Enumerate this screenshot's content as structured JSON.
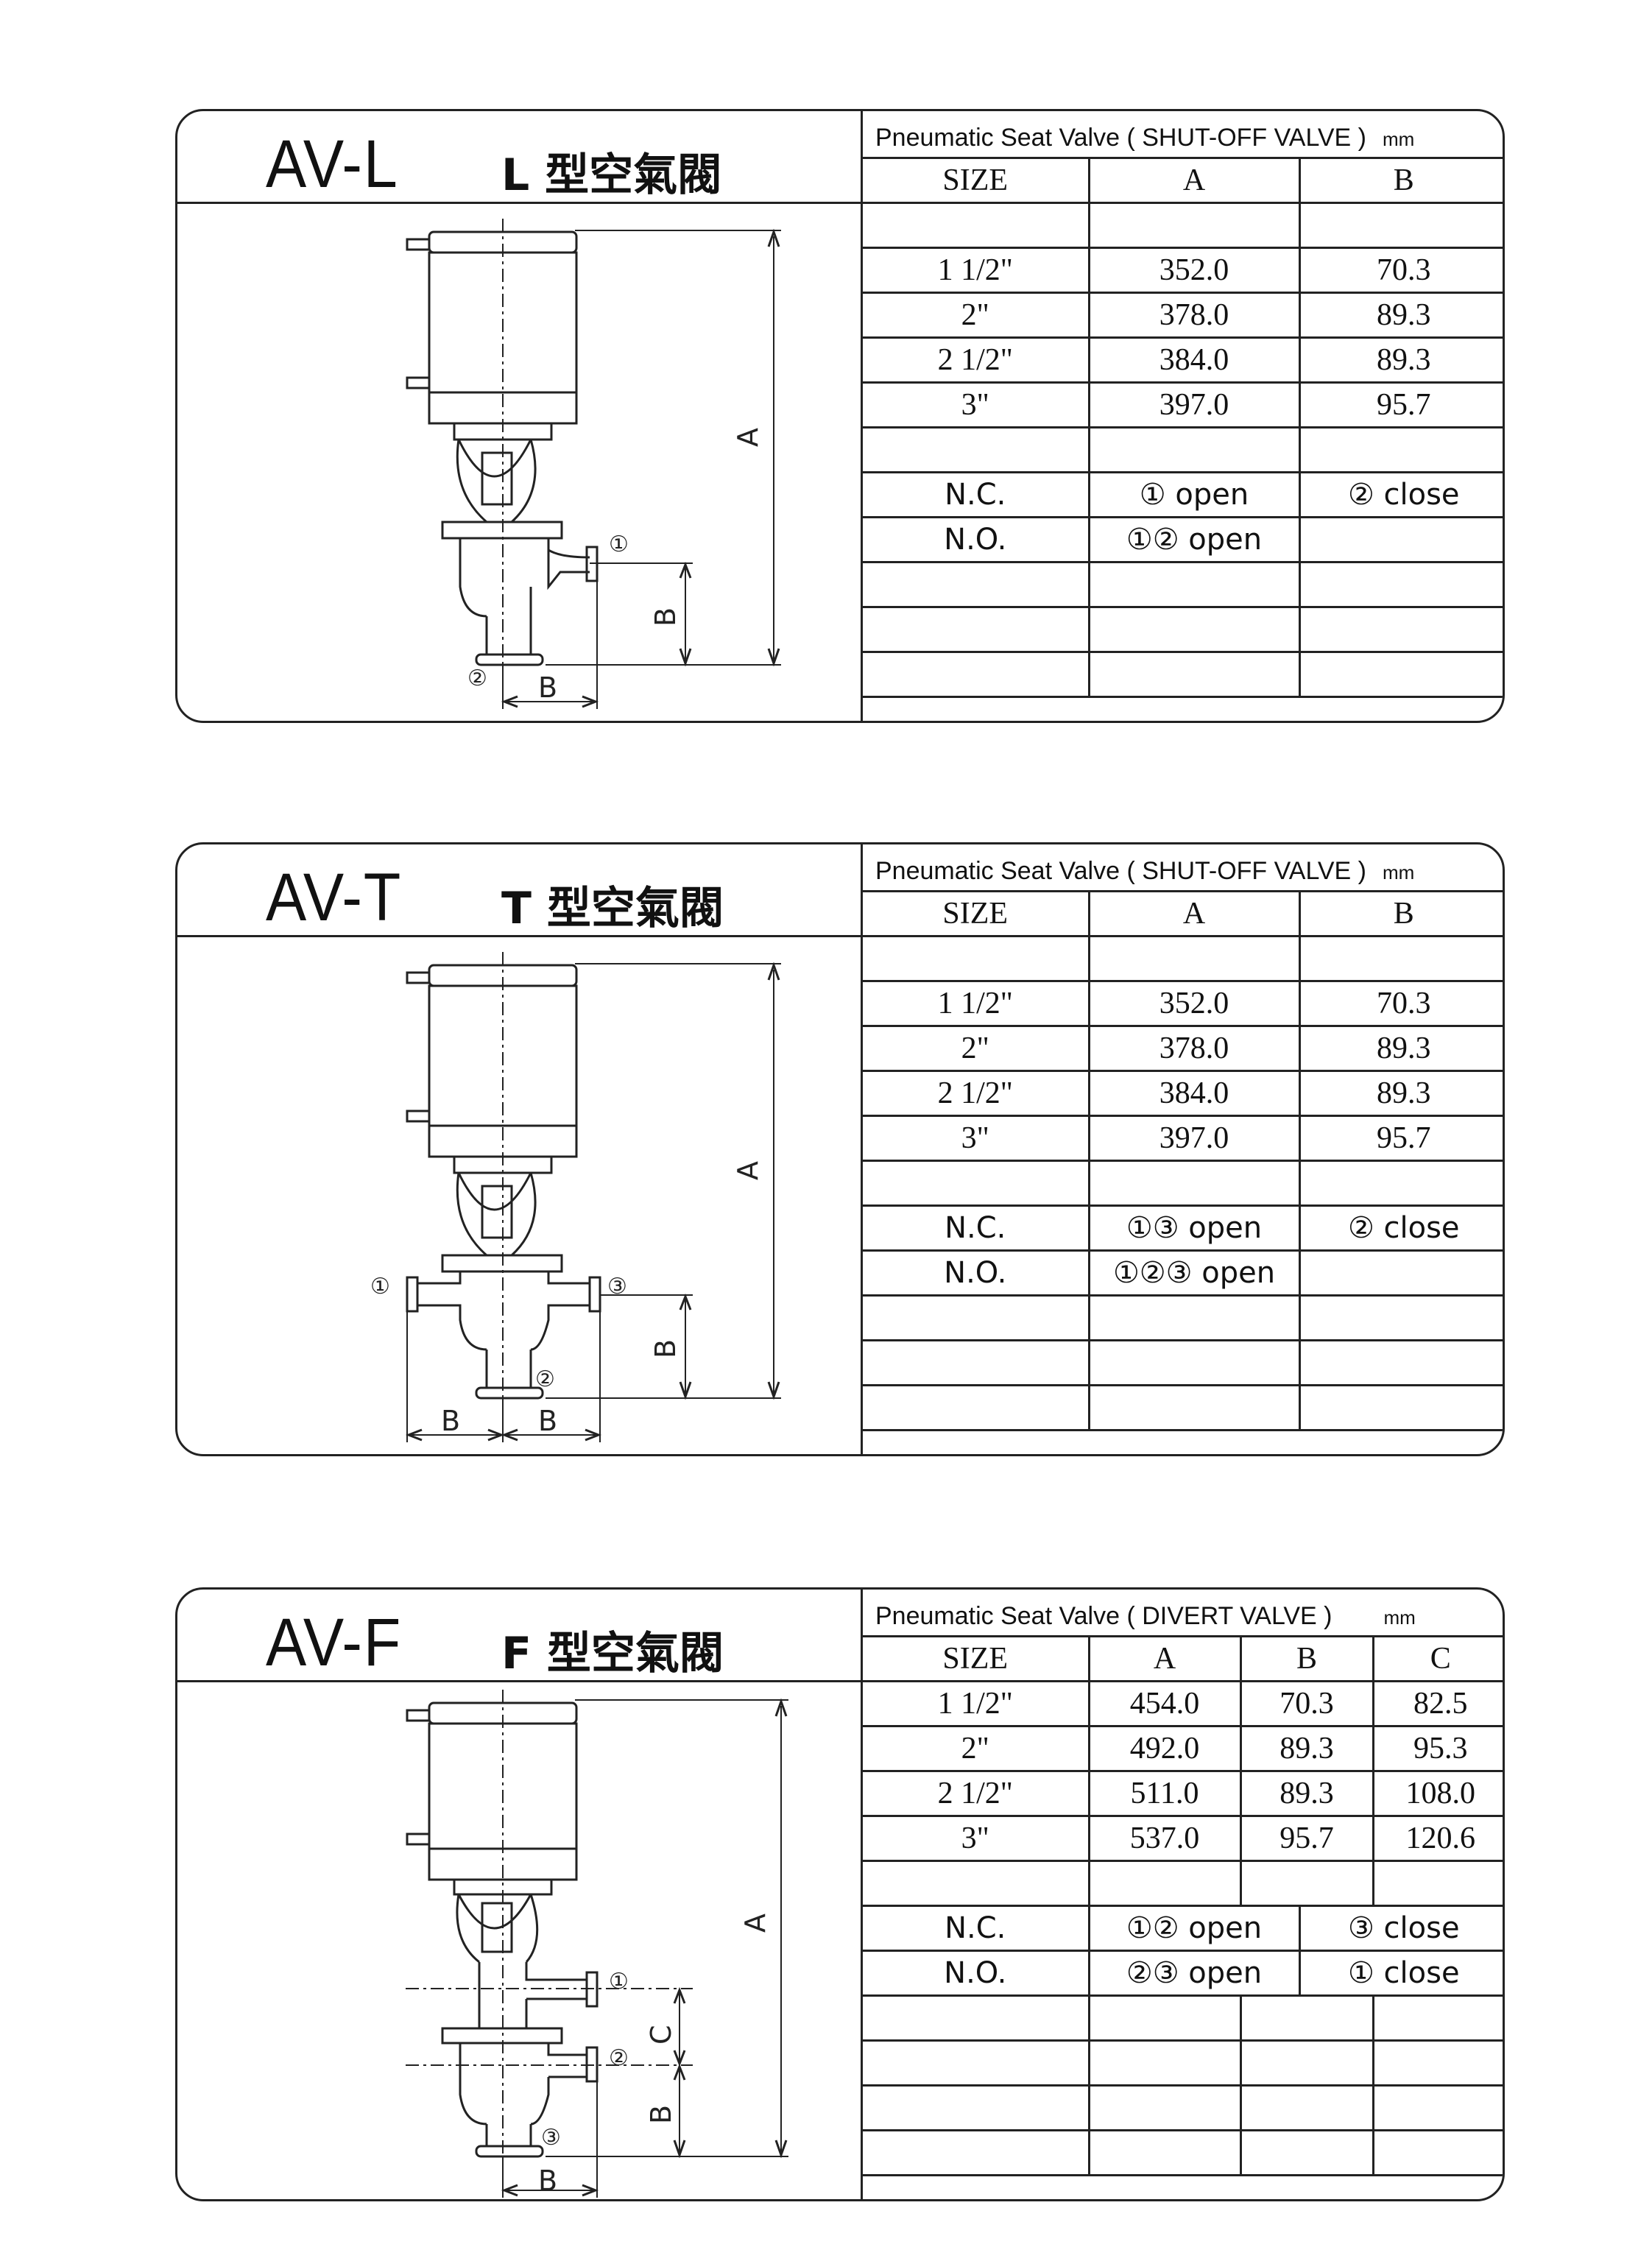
{
  "sections": [
    {
      "model": "AV-L",
      "cn_title": "L 型空氣閥",
      "caption": "Pneumatic Seat Valve ( SHUT-OFF VALVE )",
      "unit": "mm",
      "headers": [
        "SIZE",
        "A",
        "B"
      ],
      "rows": [
        [
          "1 1/2\"",
          "352.0",
          "70.3"
        ],
        [
          "2\"",
          "378.0",
          "89.3"
        ],
        [
          "2 1/2\"",
          "384.0",
          "89.3"
        ],
        [
          "3\"",
          "397.0",
          "95.7"
        ]
      ],
      "nc": {
        "label": "N.C.",
        "open": "① open",
        "close": "② close"
      },
      "no": {
        "label": "N.O.",
        "open": "①② open",
        "close": ""
      },
      "drawing_labels": {
        "a": "A",
        "b": "B",
        "b2": "B",
        "p1": "①",
        "p2": "②"
      }
    },
    {
      "model": "AV-T",
      "cn_title": "T 型空氣閥",
      "caption": "Pneumatic Seat Valve ( SHUT-OFF VALVE )",
      "unit": "mm",
      "headers": [
        "SIZE",
        "A",
        "B"
      ],
      "rows": [
        [
          "1 1/2\"",
          "352.0",
          "70.3"
        ],
        [
          "2\"",
          "378.0",
          "89.3"
        ],
        [
          "2 1/2\"",
          "384.0",
          "89.3"
        ],
        [
          "3\"",
          "397.0",
          "95.7"
        ]
      ],
      "nc": {
        "label": "N.C.",
        "open": "①③ open",
        "close": "② close"
      },
      "no": {
        "label": "N.O.",
        "open": "①②③ open",
        "close": ""
      },
      "drawing_labels": {
        "a": "A",
        "b": "B",
        "b2": "B",
        "b3": "B",
        "p1": "①",
        "p2": "②",
        "p3": "③"
      }
    },
    {
      "model": "AV-F",
      "cn_title": "F 型空氣閥",
      "caption": "Pneumatic Seat Valve ( DIVERT VALVE )",
      "unit": "mm",
      "headers": [
        "SIZE",
        "A",
        "B",
        "C"
      ],
      "rows": [
        [
          "1 1/2\"",
          "454.0",
          "70.3",
          "82.5"
        ],
        [
          "2\"",
          "492.0",
          "89.3",
          "95.3"
        ],
        [
          "2 1/2\"",
          "511.0",
          "89.3",
          "108.0"
        ],
        [
          "3\"",
          "537.0",
          "95.7",
          "120.6"
        ]
      ],
      "nc": {
        "label": "N.C.",
        "open": "①② open",
        "close": "③ close"
      },
      "no": {
        "label": "N.O.",
        "open": "②③ open",
        "close": "① close"
      },
      "drawing_labels": {
        "a": "A",
        "b": "B",
        "b2": "B",
        "c": "C",
        "p1": "①",
        "p2": "②",
        "p3": "③"
      }
    }
  ]
}
